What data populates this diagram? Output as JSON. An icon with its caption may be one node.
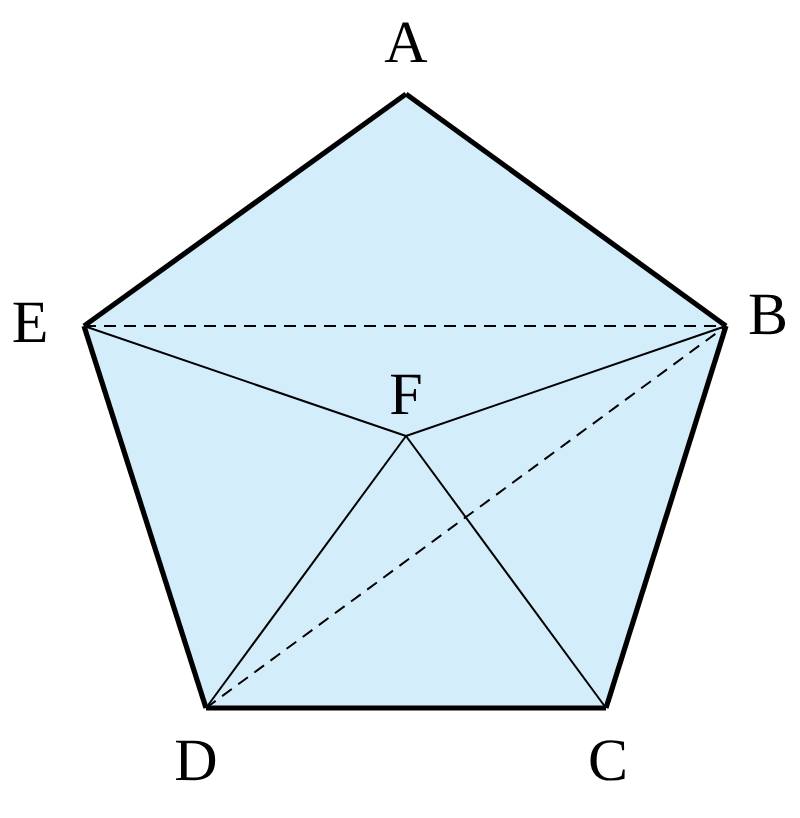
{
  "diagram": {
    "nodes": [
      {
        "text": [
          "A"
        ]
      },
      {
        "text": [
          "B"
        ]
      },
      {
        "text": [
          "C"
        ]
      },
      {
        "text": [
          "D"
        ]
      },
      {
        "text": [
          "E"
        ]
      },
      {
        "text": [
          "F"
        ]
      }
    ],
    "edges": [
      {
        "from": 0,
        "to": 1,
        "arrow": "none",
        "style": "thick"
      },
      {
        "from": 1,
        "to": 2,
        "arrow": "none",
        "style": "thick"
      },
      {
        "from": 2,
        "to": 3,
        "arrow": "none",
        "style": "thick"
      },
      {
        "from": 3,
        "to": 4,
        "arrow": "none",
        "style": "thick"
      },
      {
        "from": 4,
        "to": 0,
        "arrow": "none",
        "style": "thick"
      },
      {
        "from": 4,
        "to": 1,
        "arrow": "none",
        "style": "dashed"
      },
      {
        "from": 4,
        "to": 5,
        "arrow": "none"
      },
      {
        "from": 5,
        "to": 1,
        "arrow": "none"
      },
      {
        "from": 5,
        "to": 3,
        "arrow": "none"
      },
      {
        "from": 5,
        "to": 2,
        "arrow": "none"
      },
      {
        "from": 3,
        "to": 1,
        "arrow": "none",
        "style": "dashed"
      }
    ]
  }
}
